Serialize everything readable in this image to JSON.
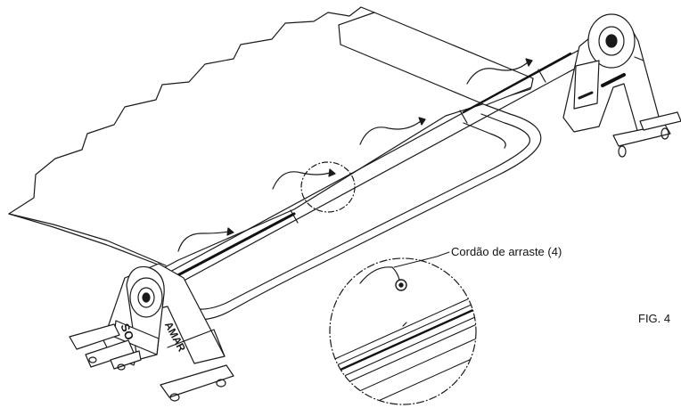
{
  "diagram": {
    "callout_label": "Cordão de arraste (4)",
    "figure_label": "FIG. 4",
    "brand_left": "SO",
    "brand_right": "AMAR"
  }
}
